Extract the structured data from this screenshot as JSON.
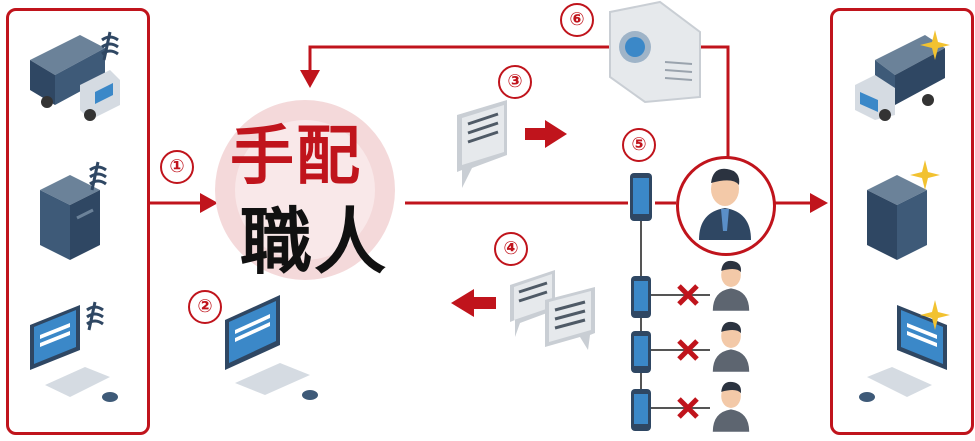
{
  "colors": {
    "accent": "#c0141c",
    "icon_dark": "#2f4763",
    "icon_mid": "#6b8299",
    "screen": "#3b88c8"
  },
  "steps": [
    "①",
    "②",
    "③",
    "④",
    "⑤",
    "⑥"
  ],
  "logo": {
    "line1": "手配",
    "line2": "職人"
  },
  "icons": {
    "left": [
      "truck-icon",
      "server-icon",
      "computer-icon"
    ],
    "right": [
      "truck-icon",
      "server-icon",
      "computer-icon"
    ],
    "center": [
      "computer-icon",
      "chat-bubble-icon",
      "chat-bubbles-icon",
      "document-icon",
      "smartphone-icon",
      "person-icon"
    ]
  }
}
